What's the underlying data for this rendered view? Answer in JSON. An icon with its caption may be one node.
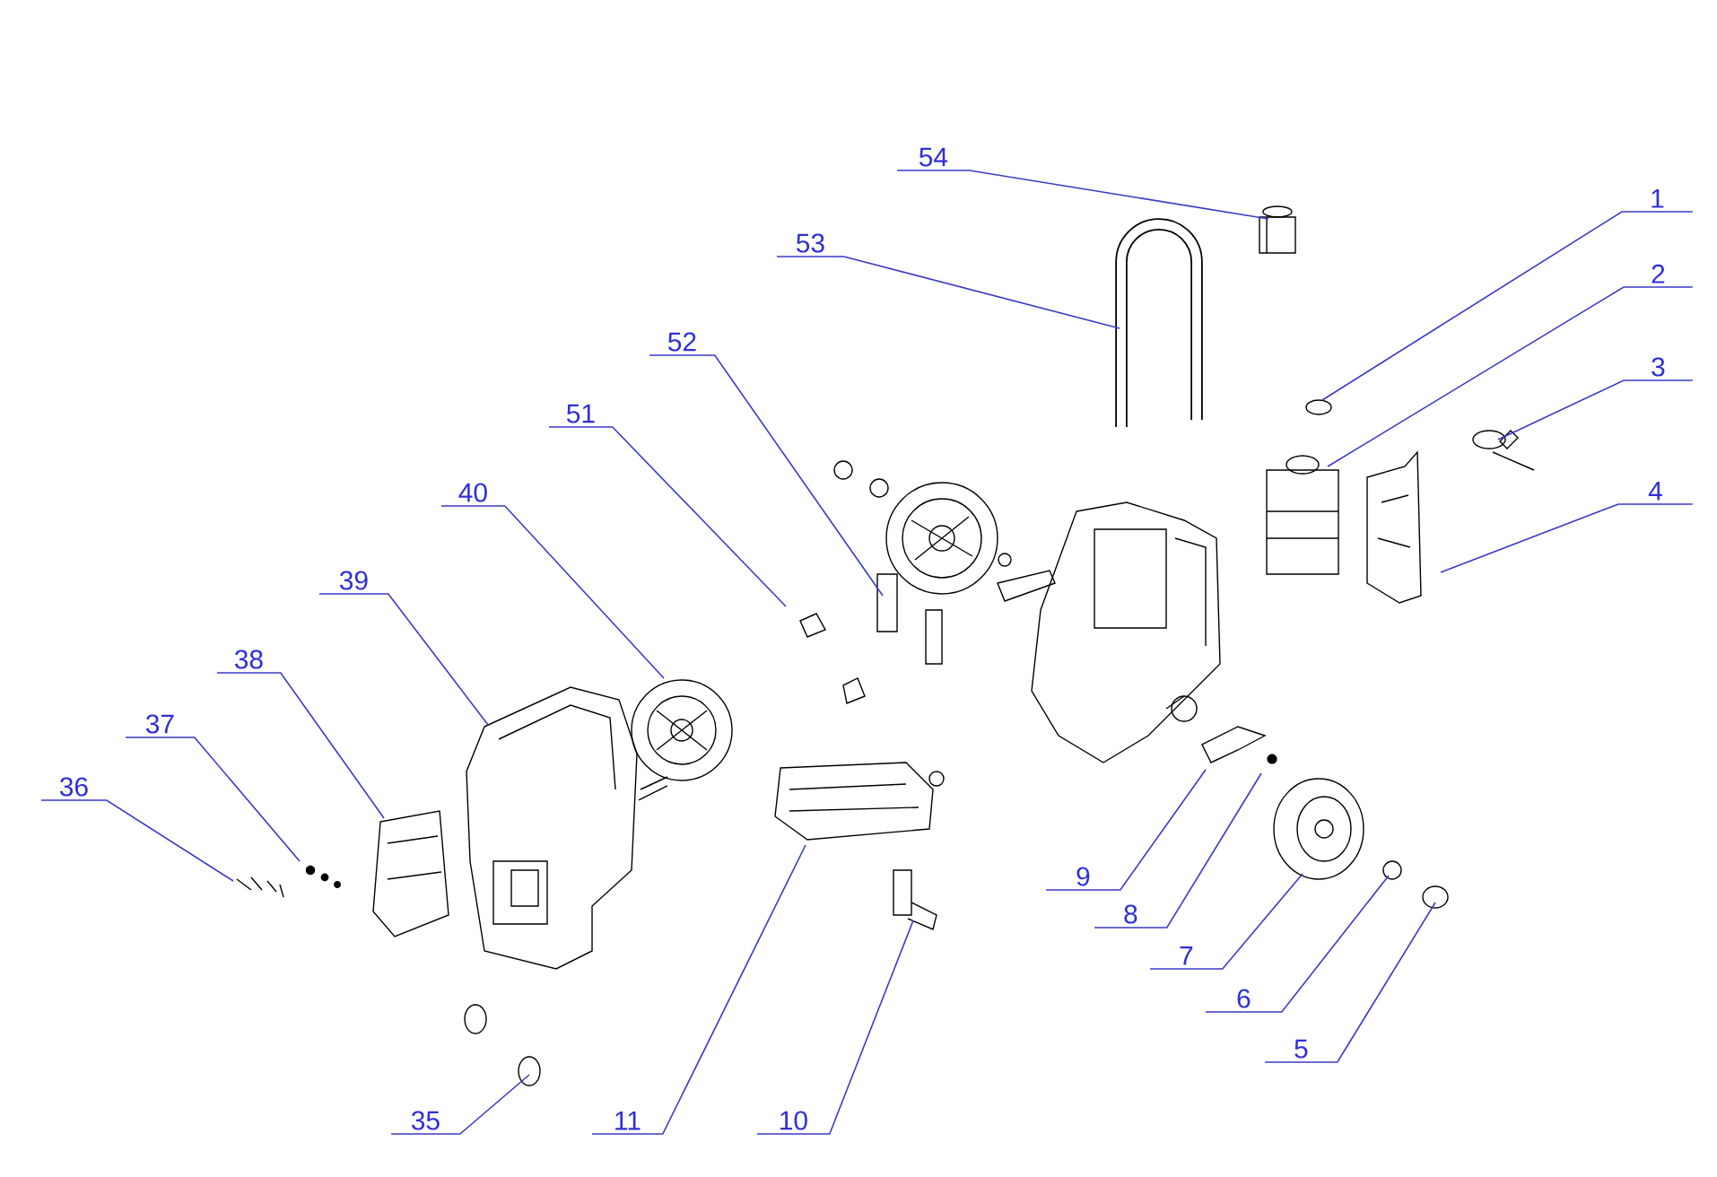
{
  "diagram": {
    "nodes": [
      {
        "text": [
          "54"
        ]
      },
      {
        "text": [
          "1"
        ]
      },
      {
        "text": [
          "53"
        ]
      },
      {
        "text": [
          "2"
        ]
      },
      {
        "text": [
          "52"
        ]
      },
      {
        "text": [
          "3"
        ]
      },
      {
        "text": [
          "51"
        ]
      },
      {
        "text": [
          "40"
        ]
      },
      {
        "text": [
          "4"
        ]
      },
      {
        "text": [
          "39"
        ]
      },
      {
        "text": [
          "38"
        ]
      },
      {
        "text": [
          "37"
        ]
      },
      {
        "text": [
          "36"
        ]
      },
      {
        "text": [
          "9"
        ]
      },
      {
        "text": [
          "8"
        ]
      },
      {
        "text": [
          "7"
        ]
      },
      {
        "text": [
          "6"
        ]
      },
      {
        "text": [
          "5"
        ]
      },
      {
        "text": [
          "35"
        ]
      },
      {
        "text": [
          "11"
        ]
      },
      {
        "text": [
          "10"
        ]
      }
    ],
    "edges": [
      {
        "from": 0,
        "to": null,
        "arrow": "none"
      },
      {
        "from": 1,
        "to": null,
        "arrow": "none"
      },
      {
        "from": 2,
        "to": null,
        "arrow": "none"
      },
      {
        "from": 3,
        "to": null,
        "arrow": "none"
      },
      {
        "from": 4,
        "to": null,
        "arrow": "none"
      },
      {
        "from": 5,
        "to": null,
        "arrow": "none"
      },
      {
        "from": 6,
        "to": null,
        "arrow": "none"
      },
      {
        "from": 7,
        "to": null,
        "arrow": "none"
      },
      {
        "from": 8,
        "to": null,
        "arrow": "none"
      },
      {
        "from": 9,
        "to": null,
        "arrow": "none"
      },
      {
        "from": 10,
        "to": null,
        "arrow": "none"
      },
      {
        "from": 11,
        "to": null,
        "arrow": "none"
      },
      {
        "from": 12,
        "to": null,
        "arrow": "none"
      },
      {
        "from": 13,
        "to": null,
        "arrow": "none"
      },
      {
        "from": 14,
        "to": null,
        "arrow": "none"
      },
      {
        "from": 15,
        "to": null,
        "arrow": "none"
      },
      {
        "from": 16,
        "to": null,
        "arrow": "none"
      },
      {
        "from": 17,
        "to": null,
        "arrow": "none"
      },
      {
        "from": 18,
        "to": null,
        "arrow": "none"
      },
      {
        "from": 19,
        "to": null,
        "arrow": "none"
      },
      {
        "from": 20,
        "to": null,
        "arrow": "none"
      }
    ]
  }
}
